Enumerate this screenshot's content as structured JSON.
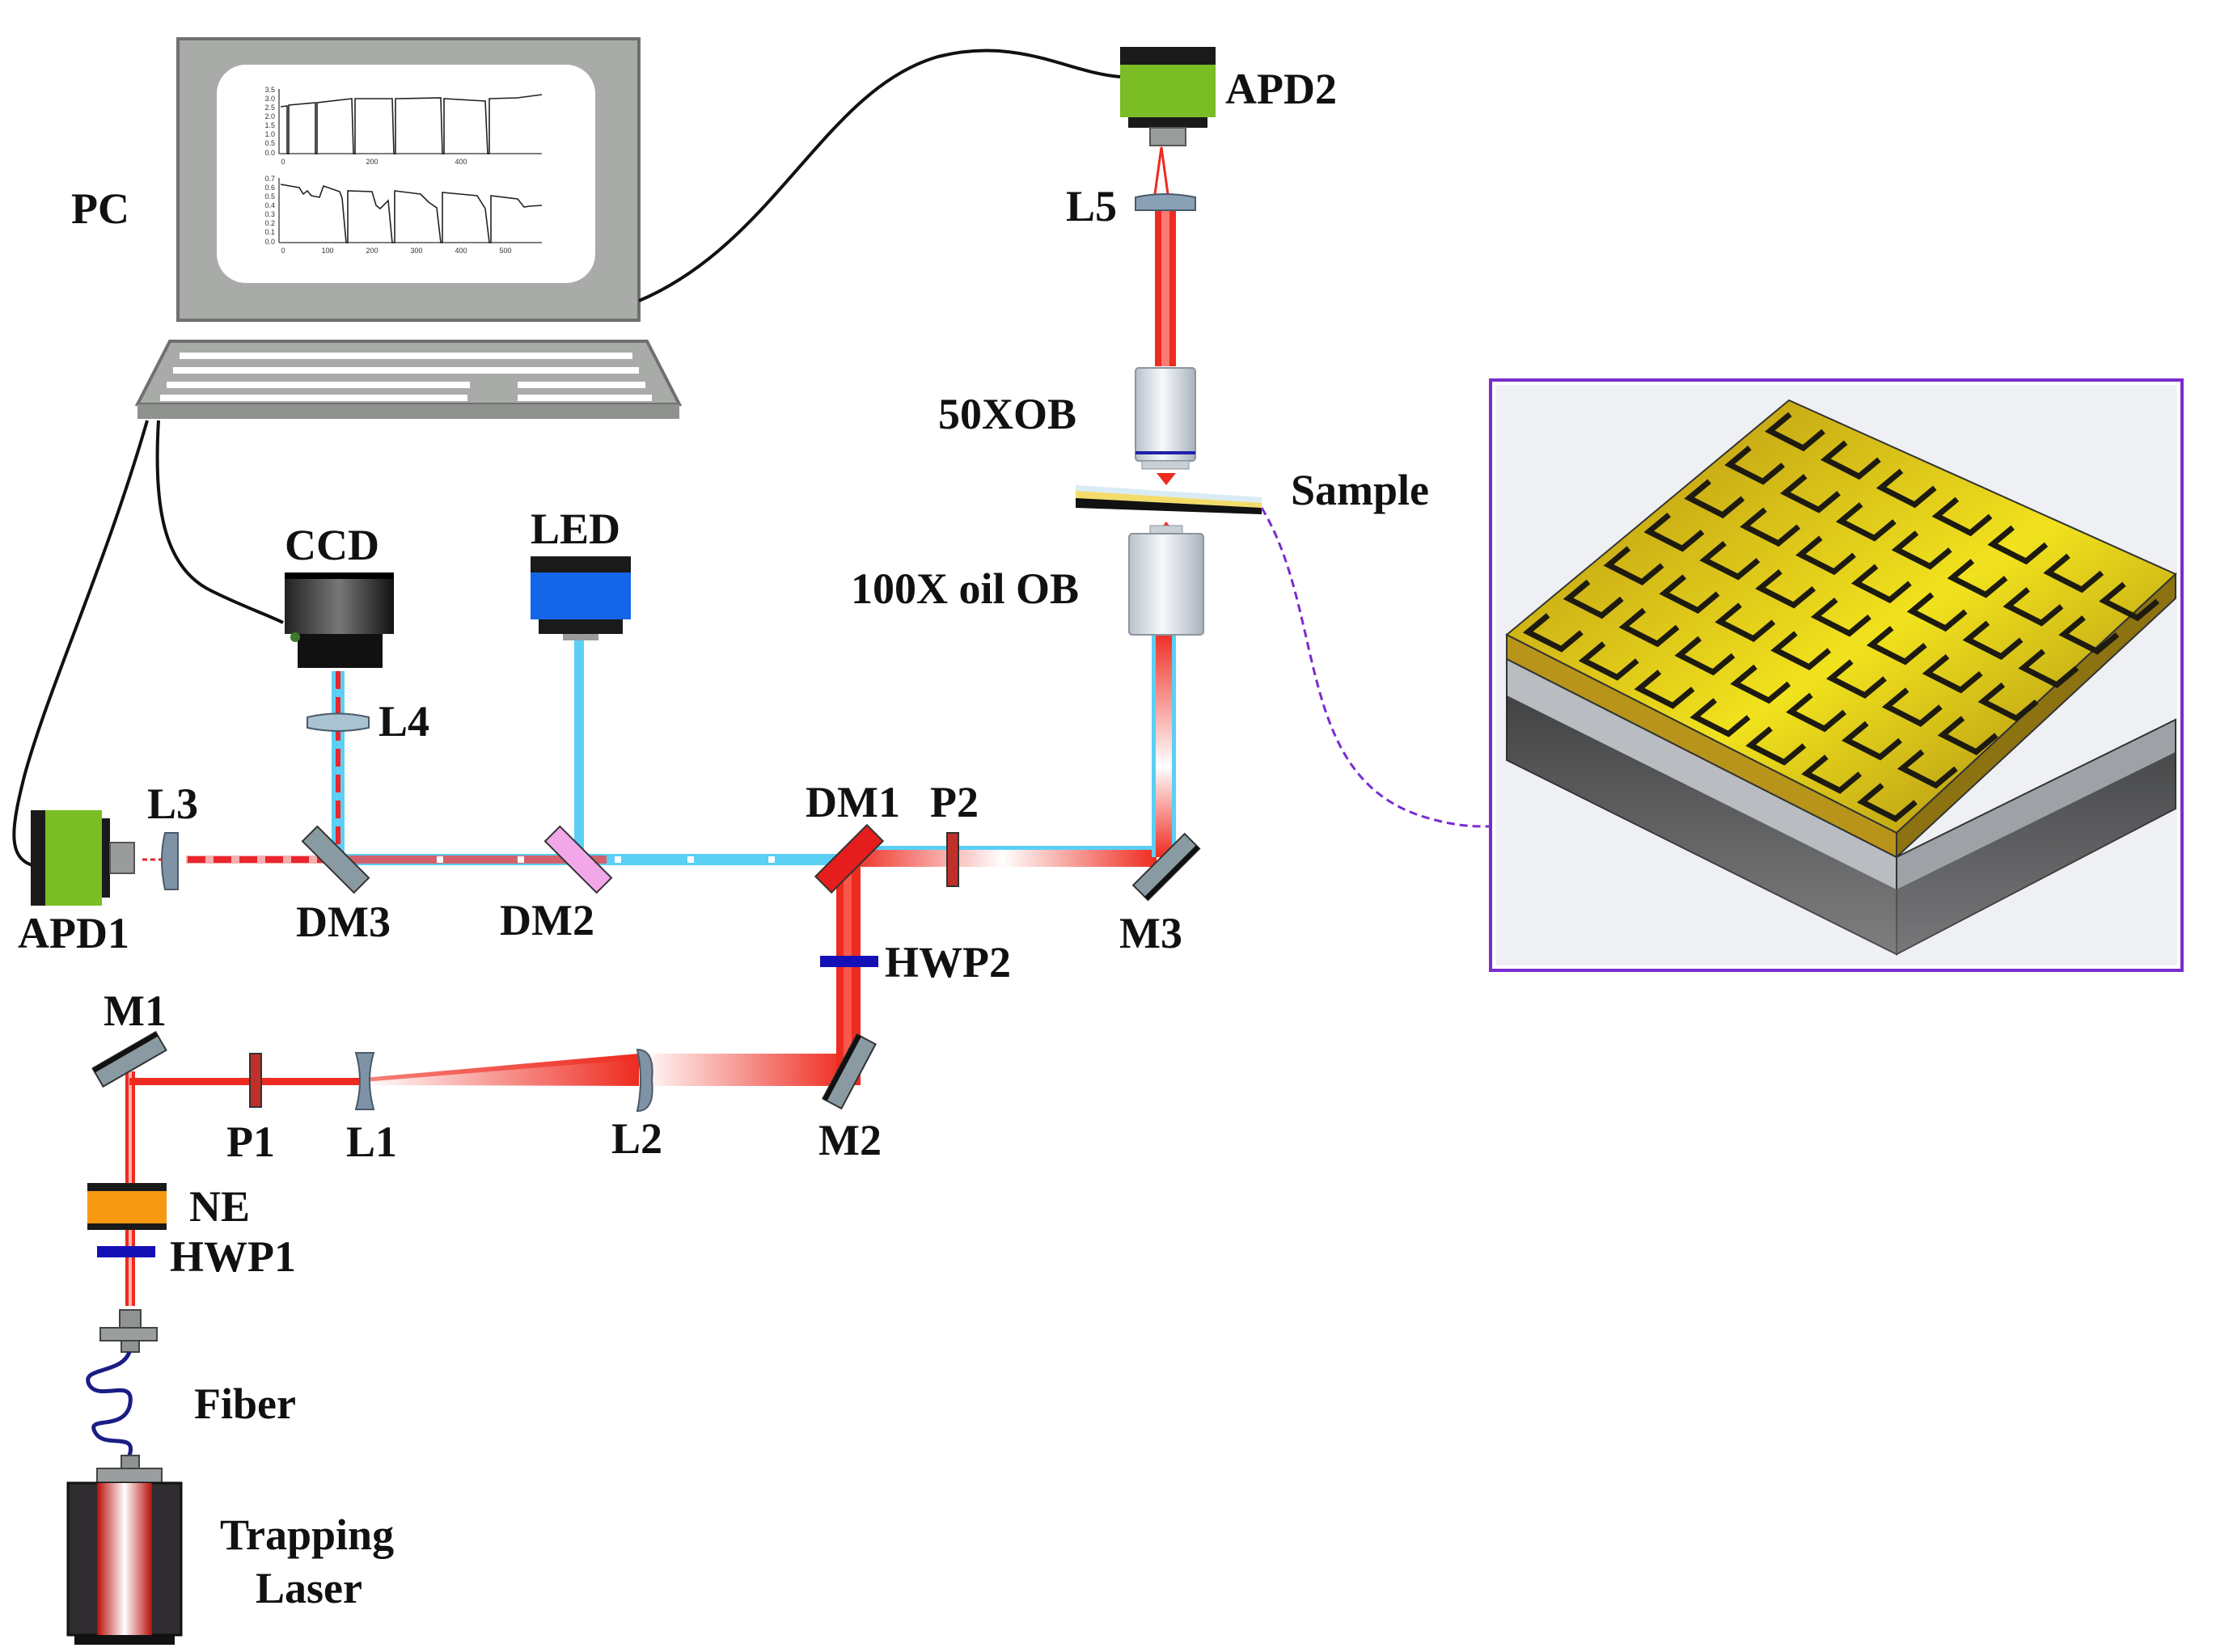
{
  "labels": {
    "pc": "PC",
    "apd2": "APD2",
    "l5": "L5",
    "ob50": "50XOB",
    "sample": "Sample",
    "ob100": "100X oil OB",
    "ccd": "CCD",
    "led": "LED",
    "l4": "L4",
    "l3": "L3",
    "apd1": "APD1",
    "dm3": "DM3",
    "dm2": "DM2",
    "dm1": "DM1",
    "p2": "P2",
    "m3": "M3",
    "hwp2": "HWP2",
    "m1": "M1",
    "p1": "P1",
    "l1": "L1",
    "l2": "L2",
    "m2": "M2",
    "ne": "NE",
    "hwp1": "HWP1",
    "fiber": "Fiber",
    "trapping_line1": "Trapping",
    "trapping_line2": "Laser"
  },
  "screen_plot": {
    "top_yticks": [
      "3.5",
      "3.0",
      "2.5",
      "2.0",
      "1.5",
      "1.0",
      "0.5",
      "0.0"
    ],
    "top_xticks": [
      "0",
      "200",
      "400"
    ],
    "bottom_yticks": [
      "0.7",
      "0.6",
      "0.5",
      "0.4",
      "0.3",
      "0.2",
      "0.1",
      "0.0"
    ],
    "bottom_xticks": [
      "0",
      "100",
      "200",
      "300",
      "400",
      "500"
    ]
  },
  "colors": {
    "trap_beam": "#ee2b20",
    "illum_beam": "#5ccff5",
    "apd_green": "#7bbd25",
    "led_blue": "#1565e8",
    "ne_orange": "#f79a12",
    "hwp_blue": "#1410b5",
    "frame_purple": "#7a2bd0",
    "sample_gold": "#d9b515"
  }
}
